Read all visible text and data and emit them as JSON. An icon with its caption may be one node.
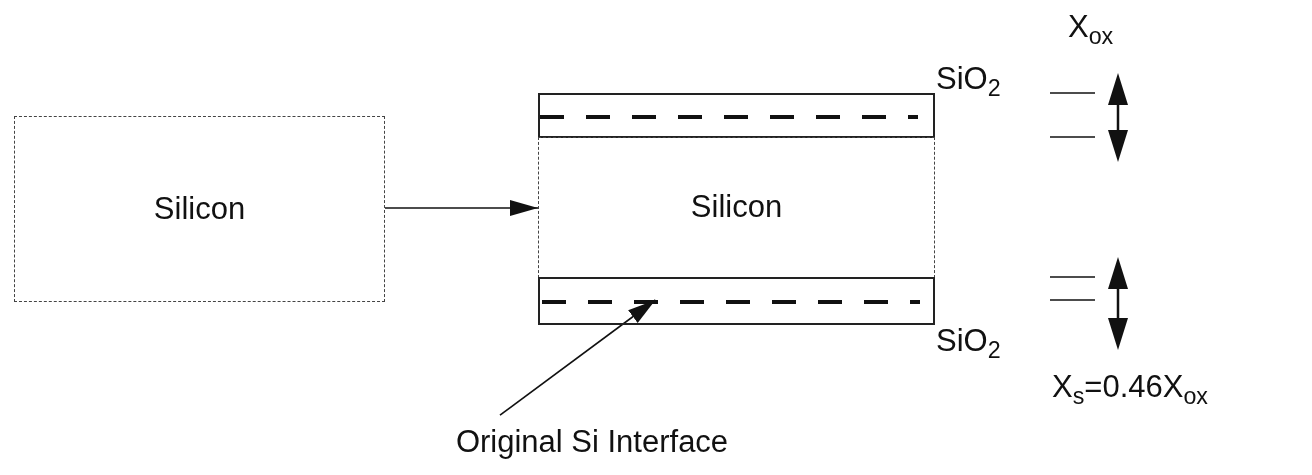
{
  "diagram": {
    "nodes": [
      {
        "text": [
          "Silicon"
        ]
      },
      {
        "text": [],
        "shape": "box"
      },
      {
        "text": [
          "Silicon"
        ]
      },
      {
        "text": [],
        "shape": "box"
      },
      {
        "text": [
          "Original Si Interface"
        ]
      },
      {
        "text": [],
        "shape": "line",
        "in": 3
      }
    ],
    "edges": [
      {
        "from": 0,
        "to": 2,
        "arrow": "to"
      },
      {
        "from": 4,
        "to": 5,
        "arrow": "to"
      }
    ],
    "labels": [
      "SiO$_{2}$",
      "X$_{ox}$",
      "SiO$_{2}$",
      "X$_{s}$=0.46X$_{ox}$"
    ]
  }
}
